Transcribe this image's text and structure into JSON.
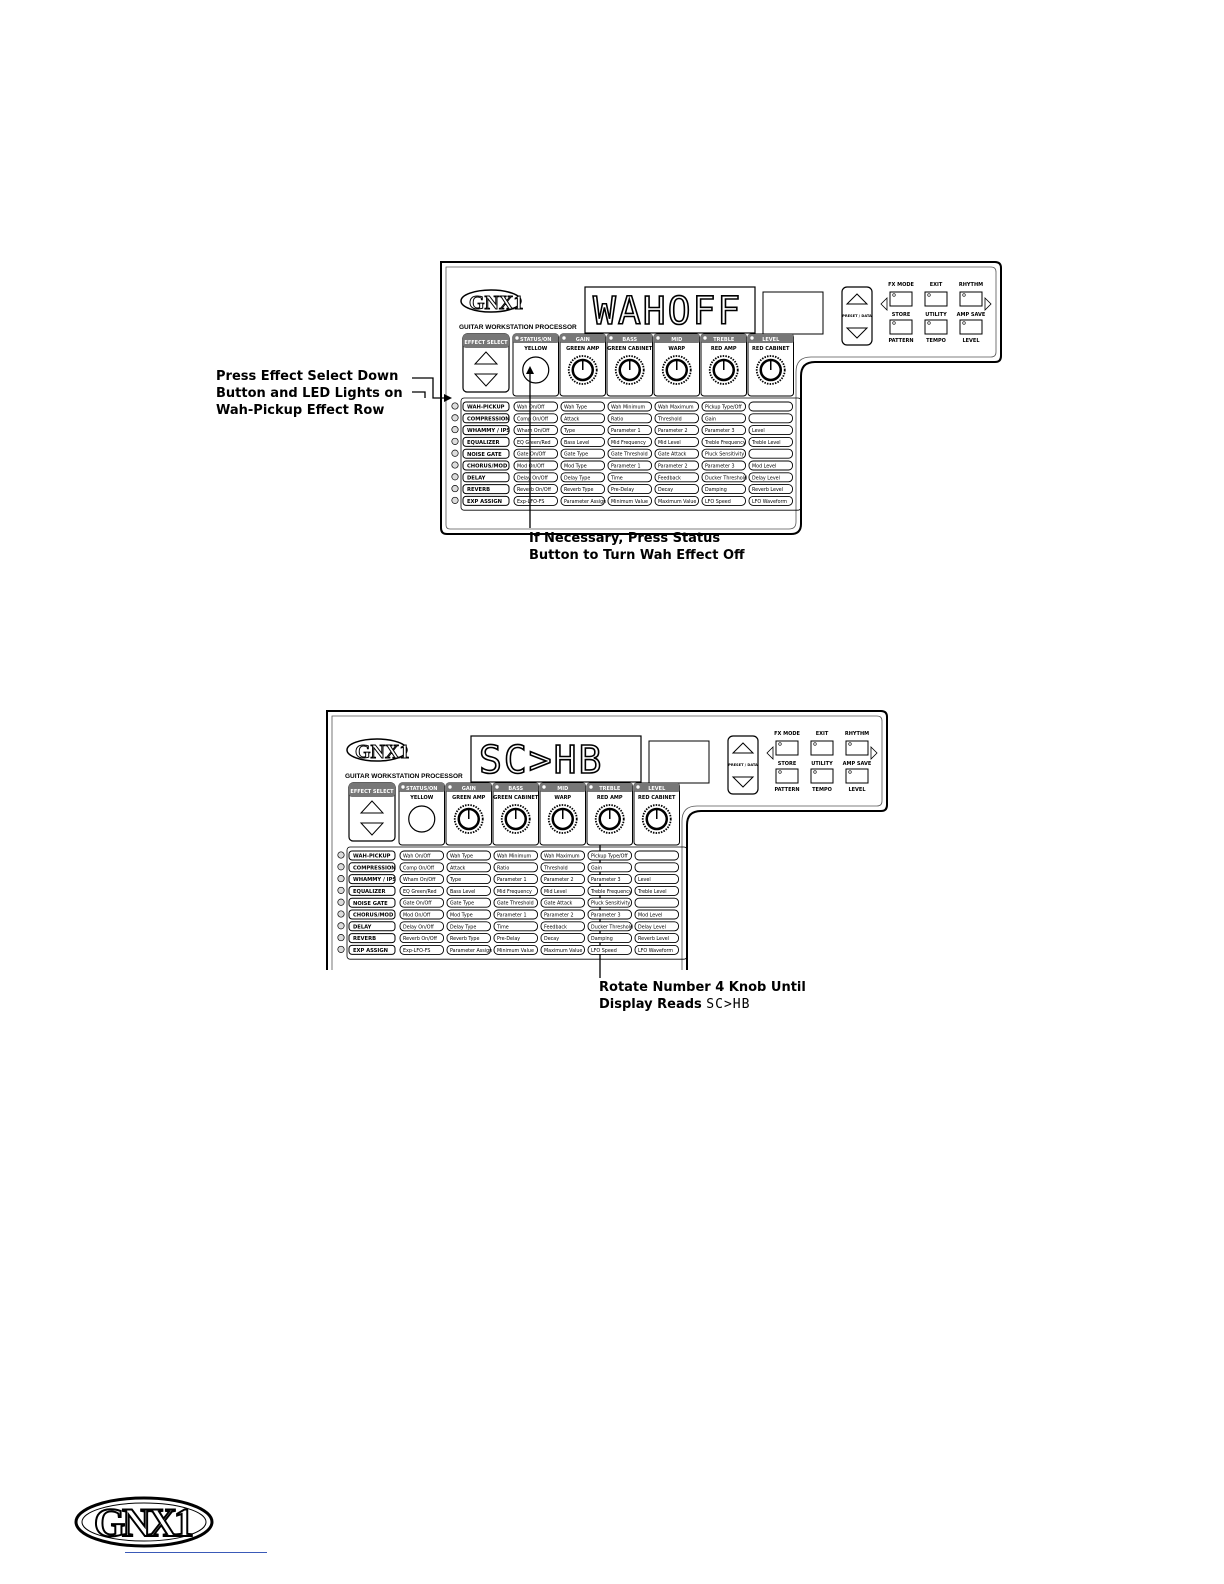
{
  "device": {
    "brand": "GNX1",
    "subtitle": "GUITAR WORKSTATION PROCESSOR",
    "effect_select_label": "EFFECT SELECT",
    "preset_data_label": "PRESET / DATA",
    "buttons_top": [
      "FX MODE",
      "EXIT",
      "RHYTHM"
    ],
    "buttons_mid": [
      "STORE",
      "UTILITY",
      "AMP SAVE"
    ],
    "buttons_bottom": [
      "PATTERN",
      "TEMPO",
      "LEVEL"
    ],
    "knob_columns": [
      {
        "top": "STATUS/ON",
        "color": "YELLOW"
      },
      {
        "top": "GAIN",
        "color": "GREEN AMP"
      },
      {
        "top": "BASS",
        "color": "GREEN CABINET"
      },
      {
        "top": "MID",
        "color": "WARP"
      },
      {
        "top": "TREBLE",
        "color": "RED AMP"
      },
      {
        "top": "LEVEL",
        "color": "RED CABINET"
      }
    ],
    "effect_rows": [
      "WAH-PICKUP",
      "COMPRESSION",
      "WHAMMY / IPS",
      "EQUALIZER",
      "NOISE GATE",
      "CHORUS/MOD",
      "DELAY",
      "REVERB",
      "EXP ASSIGN"
    ],
    "matrix": [
      [
        "Wah On/Off",
        "Wah Type",
        "Wah Minimum",
        "Wah Maximum",
        "Pickup Type/Off",
        ""
      ],
      [
        "Comp On/Off",
        "Attack",
        "Ratio",
        "Threshold",
        "Gain",
        ""
      ],
      [
        "Wham On/Off",
        "Type",
        "Parameter 1",
        "Parameter 2",
        "Parameter 3",
        "Level"
      ],
      [
        "EQ Green/Red",
        "Bass Level",
        "Mid Frequency",
        "Mid Level",
        "Treble Frequency",
        "Treble Level"
      ],
      [
        "Gate On/Off",
        "Gate Type",
        "Gate Threshold",
        "Gate Attack",
        "Pluck Sensitivity",
        ""
      ],
      [
        "Mod On/Off",
        "Mod Type",
        "Parameter 1",
        "Parameter 2",
        "Parameter 3",
        "Mod Level"
      ],
      [
        "Delay On/Off",
        "Delay Type",
        "Time",
        "Feedback",
        "Ducker Threshold",
        "Delay Level"
      ],
      [
        "Reverb On/Off",
        "Reverb Type",
        "Pre-Delay",
        "Decay",
        "Damping",
        "Reverb Level"
      ],
      [
        "Exp-LFO-FS",
        "Parameter Assign",
        "Minimum Value",
        "Maximum Value",
        "LFO Speed",
        "LFO Waveform"
      ]
    ]
  },
  "figure1": {
    "display": "WAHOFF",
    "callout_left": [
      "Press Effect Select Down",
      "Button and LED Lights on",
      "Wah-Pickup Effect Row"
    ],
    "callout_bottom": [
      "If Necessary, Press Status",
      "Button to Turn Wah Effect Off"
    ]
  },
  "figure2": {
    "display": "SC>HB",
    "callout_bottom_line1": "Rotate Number 4 Knob Until",
    "callout_bottom_line2_prefix": "Display Reads",
    "callout_bottom_line2_value": "SC>HB"
  },
  "footer": {
    "logo": "GNX1"
  }
}
